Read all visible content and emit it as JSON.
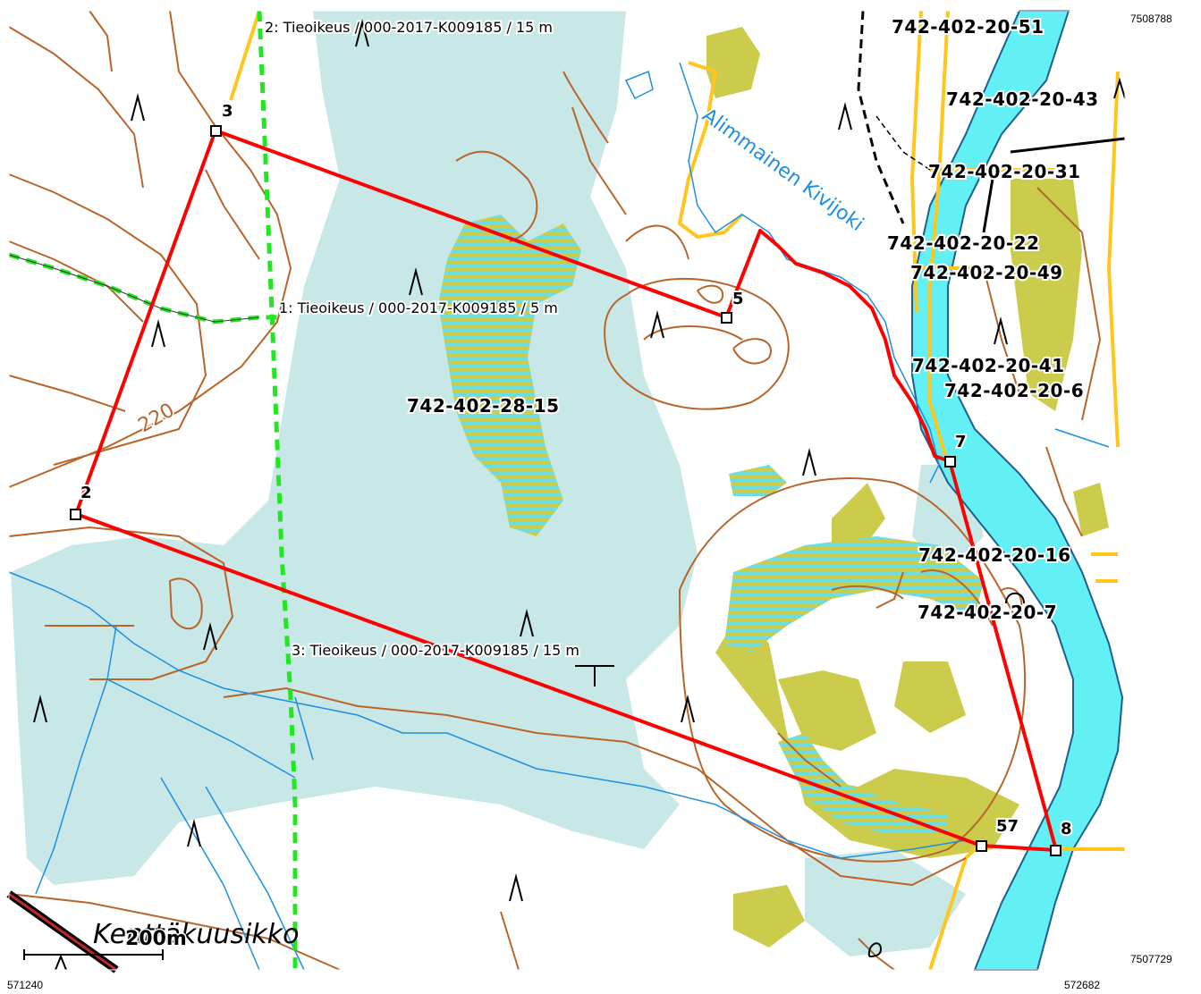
{
  "map": {
    "parcel_labels": [
      "742-402-20-51",
      "742-402-20-43",
      "742-402-20-31",
      "742-402-20-22",
      "742-402-20-49",
      "742-402-20-41",
      "742-402-20-6",
      "742-402-20-16",
      "742-402-20-7",
      "742-402-28-15"
    ],
    "easements": [
      "2: Tieoikeus / 000-2017-K009185 / 15 m",
      "1: Tieoikeus / 000-2017-K009185 / 5 m",
      "3: Tieoikeus / 000-2017-K009185 / 15 m"
    ],
    "river_name": "Alimmainen Kivijoki",
    "place_name": "Kenttäkuusikko",
    "contour_label": "220",
    "vertex_labels": [
      "3",
      "5",
      "7",
      "2",
      "57",
      "8"
    ],
    "scale_bar_label": "200m",
    "colors": {
      "boundary": "#ff0000",
      "road": "#ffc61e",
      "river": "#62f0f5",
      "contour": "#b8652b",
      "marsh": "#c8e8e8",
      "meadow": "#cccc4c",
      "easement": "#22e622"
    }
  },
  "coordinates": {
    "north": "7508788",
    "south": "7507729",
    "west": "571240",
    "east": "572682"
  }
}
